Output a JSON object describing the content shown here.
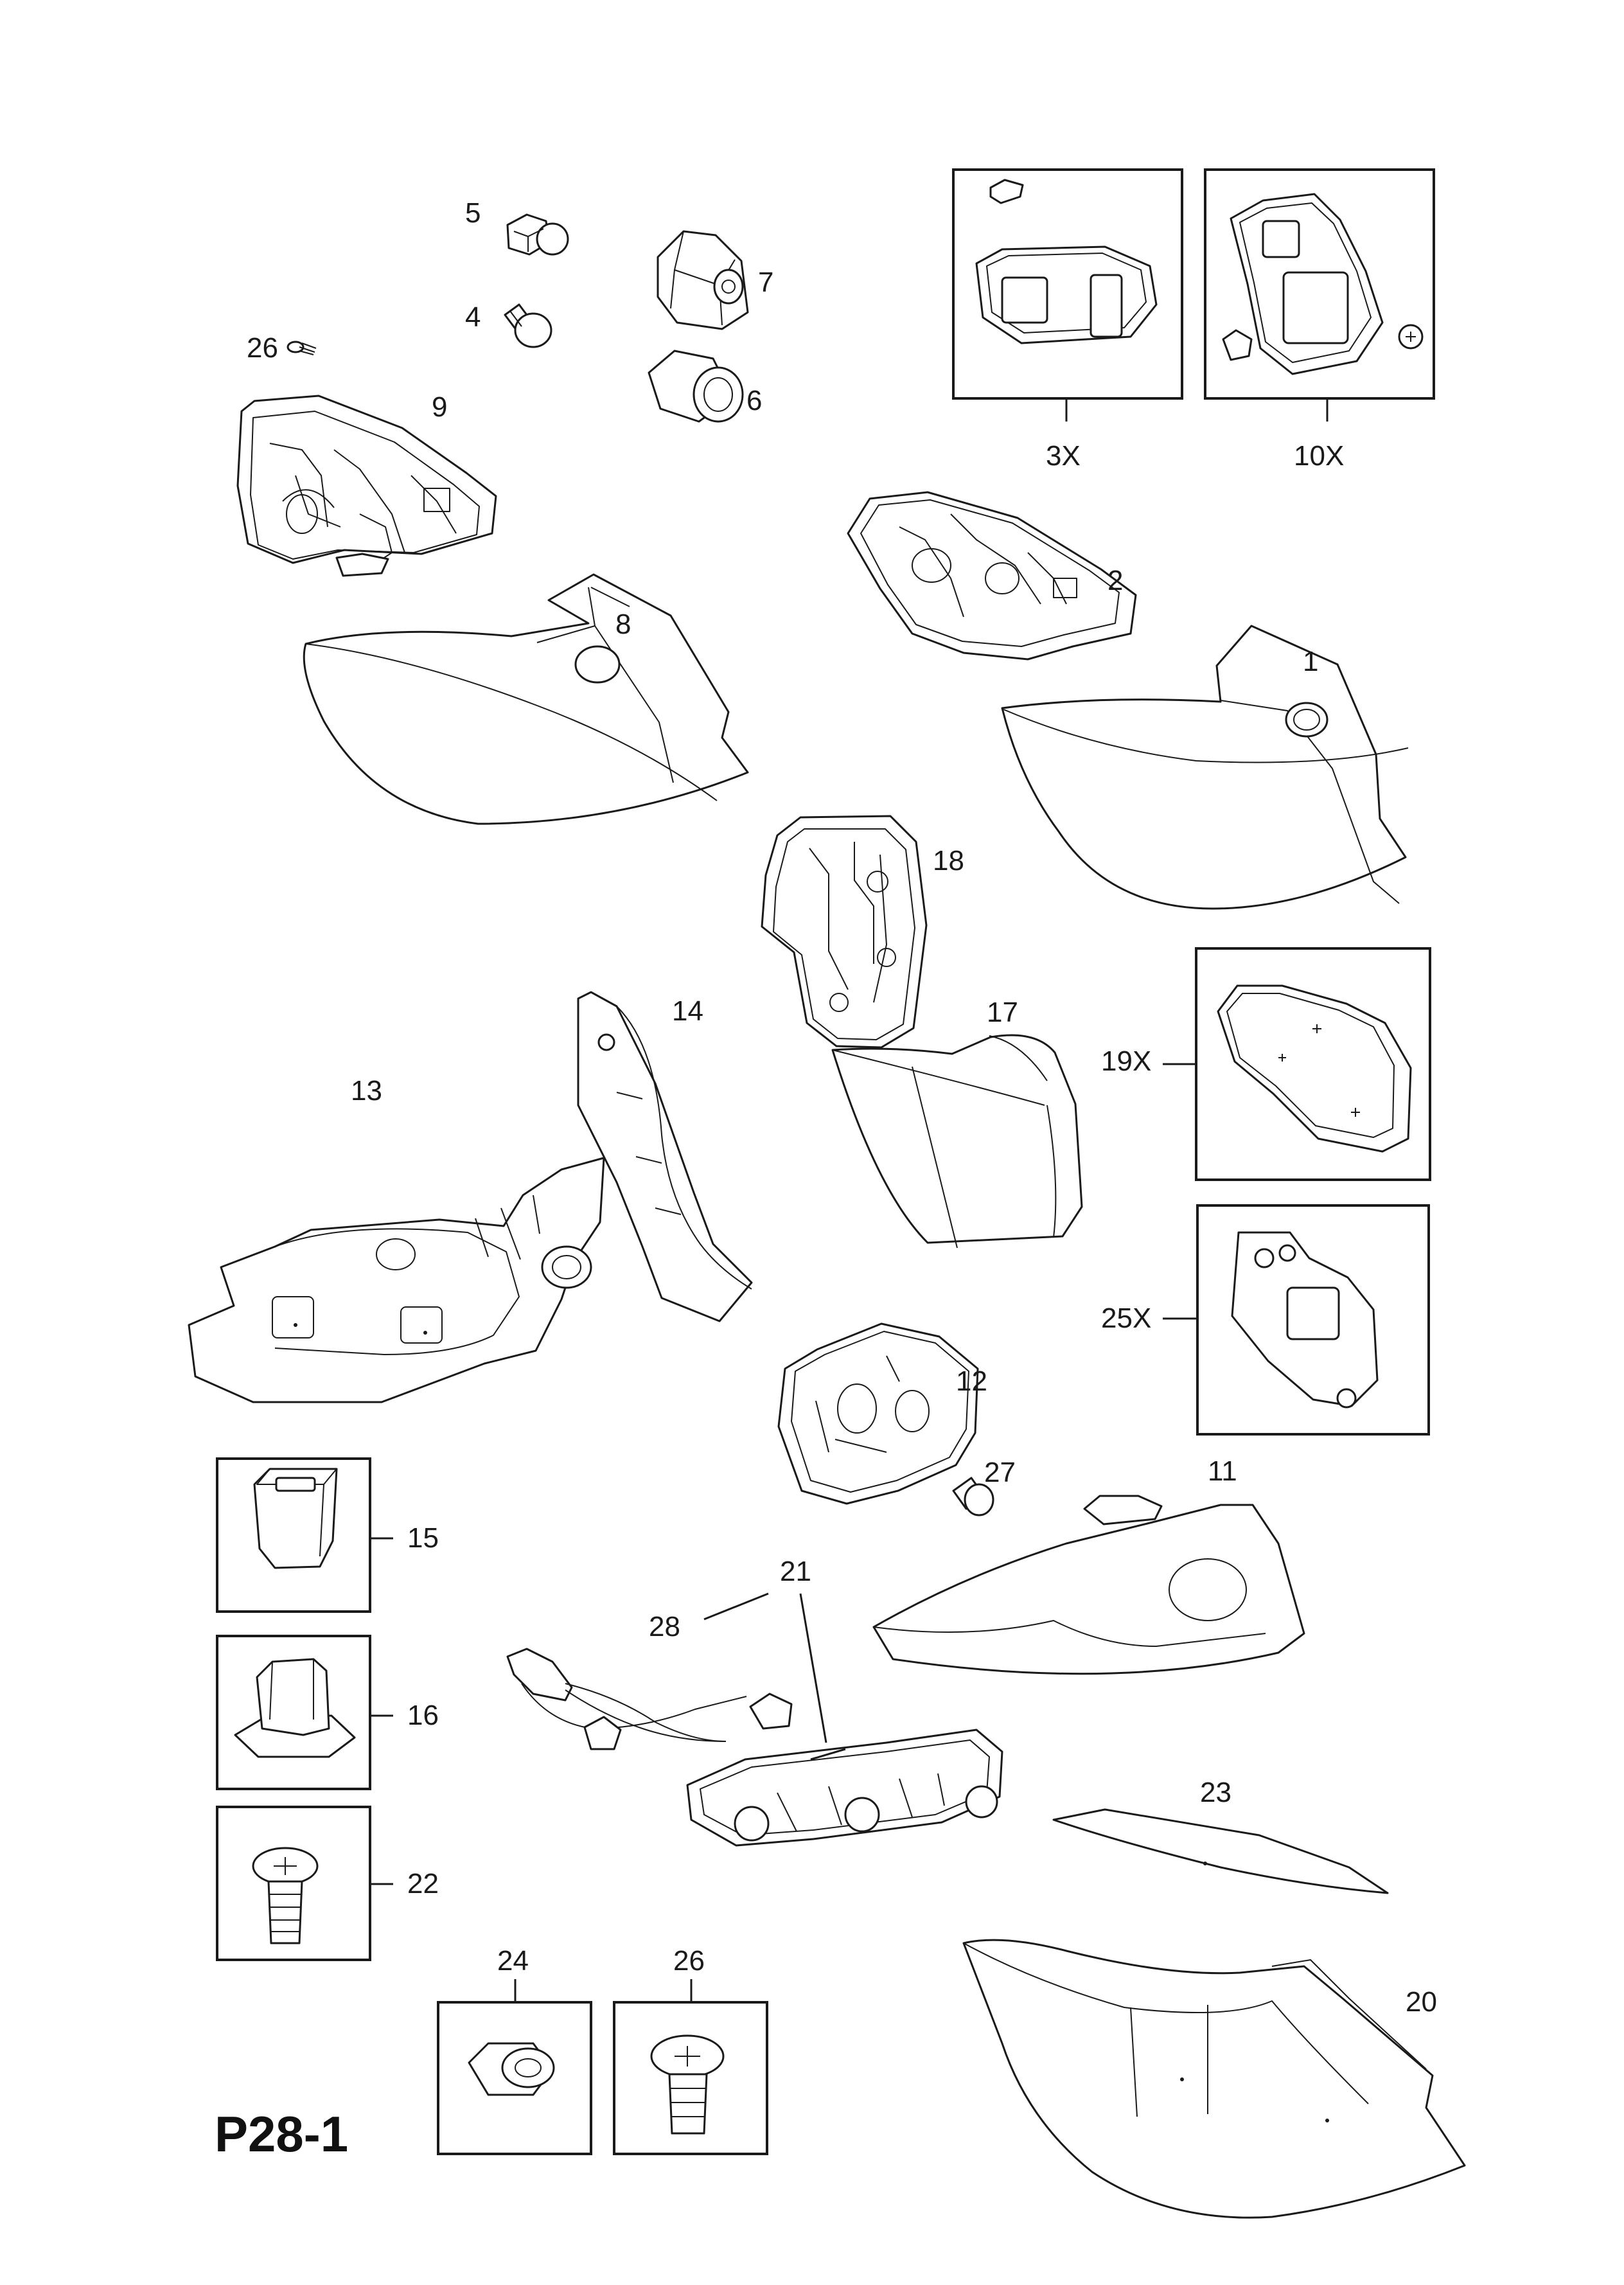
{
  "sheet": {
    "id": "P28-1"
  },
  "callouts": {
    "c1": "1",
    "c2": "2",
    "c3x": "3X",
    "c4": "4",
    "c5": "5",
    "c6": "6",
    "c7": "7",
    "c8": "8",
    "c9": "9",
    "c10x": "10X",
    "c11": "11",
    "c12": "12",
    "c13": "13",
    "c14": "14",
    "c15": "15",
    "c16": "16",
    "c17": "17",
    "c18": "18",
    "c19x": "19X",
    "c20": "20",
    "c21": "21",
    "c22": "22",
    "c23": "23",
    "c24": "24",
    "c25x": "25X",
    "c26a": "26",
    "c26b": "26",
    "c27": "27",
    "c28": "28"
  }
}
